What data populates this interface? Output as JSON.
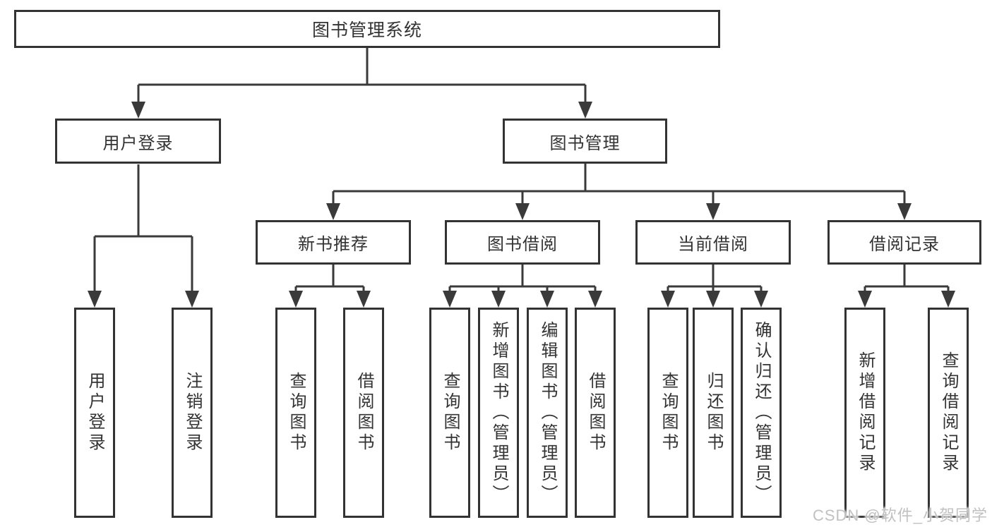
{
  "page": {
    "background": "#ffffff",
    "watermark": "CSDN @软件_小贺同学"
  },
  "colors": {
    "box_border": "#333333",
    "box_fill": "#ffffff",
    "connector": "#3a3a3a",
    "text": "#333333",
    "watermark_text": "#c2c1c1"
  },
  "tree": {
    "root": {
      "label": "图书管理系统",
      "children": [
        {
          "label": "用户登录",
          "children": [
            {
              "label": "用户登录"
            },
            {
              "label": "注销登录"
            }
          ]
        },
        {
          "label": "图书管理",
          "children": [
            {
              "label": "新书推荐",
              "children": [
                {
                  "label": "查询图书"
                },
                {
                  "label": "借阅图书"
                }
              ]
            },
            {
              "label": "图书借阅",
              "children": [
                {
                  "label": "查询图书"
                },
                {
                  "label": "新增图书（管理员）"
                },
                {
                  "label": "编辑图书（管理员）"
                },
                {
                  "label": "借阅图书"
                }
              ]
            },
            {
              "label": "当前借阅",
              "children": [
                {
                  "label": "查询图书"
                },
                {
                  "label": "归还图书"
                },
                {
                  "label": "确认归还（管理员）"
                }
              ]
            },
            {
              "label": "借阅记录",
              "children": [
                {
                  "label": "新增借阅记录"
                },
                {
                  "label": "查询借阅记录"
                }
              ]
            }
          ]
        }
      ]
    }
  }
}
